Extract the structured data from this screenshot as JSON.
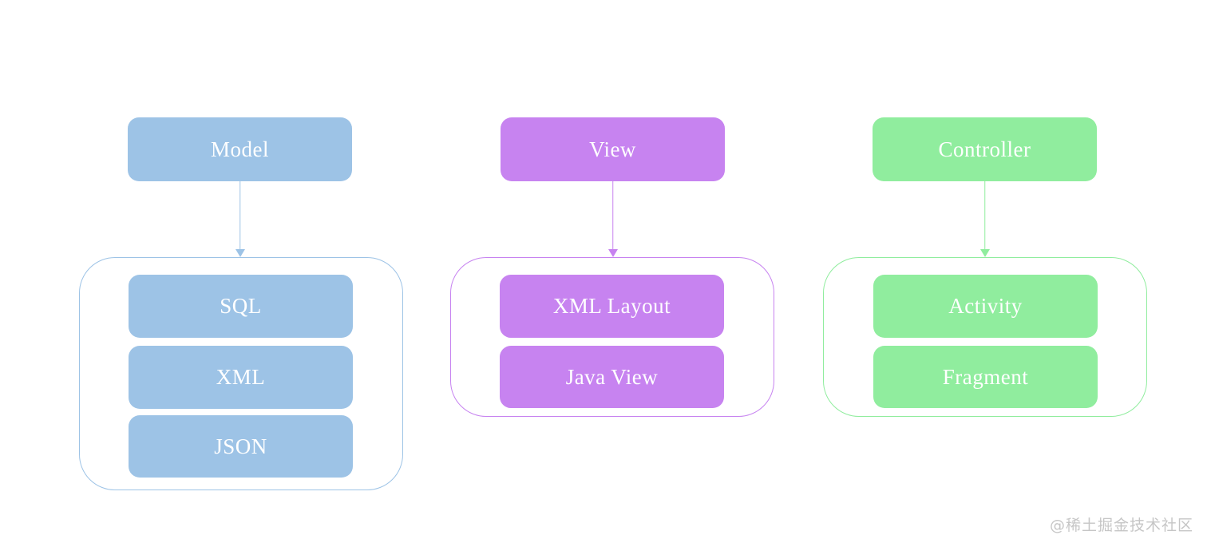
{
  "diagram": {
    "background": "#FFFFFF",
    "text_color": "#FFFFFF",
    "columns": [
      {
        "id": "model",
        "label": "Model",
        "color": "#9DC3E6",
        "children": [
          {
            "label": "SQL"
          },
          {
            "label": "XML"
          },
          {
            "label": "JSON"
          }
        ]
      },
      {
        "id": "view",
        "label": "View",
        "color": "#C783F0",
        "children": [
          {
            "label": "XML Layout"
          },
          {
            "label": "Java View"
          }
        ]
      },
      {
        "id": "controller",
        "label": "Controller",
        "color": "#90ED9E",
        "children": [
          {
            "label": "Activity"
          },
          {
            "label": "Fragment"
          }
        ]
      }
    ]
  },
  "watermark": {
    "text": "@稀土掘金技术社区",
    "color": "#C6C6C6"
  }
}
